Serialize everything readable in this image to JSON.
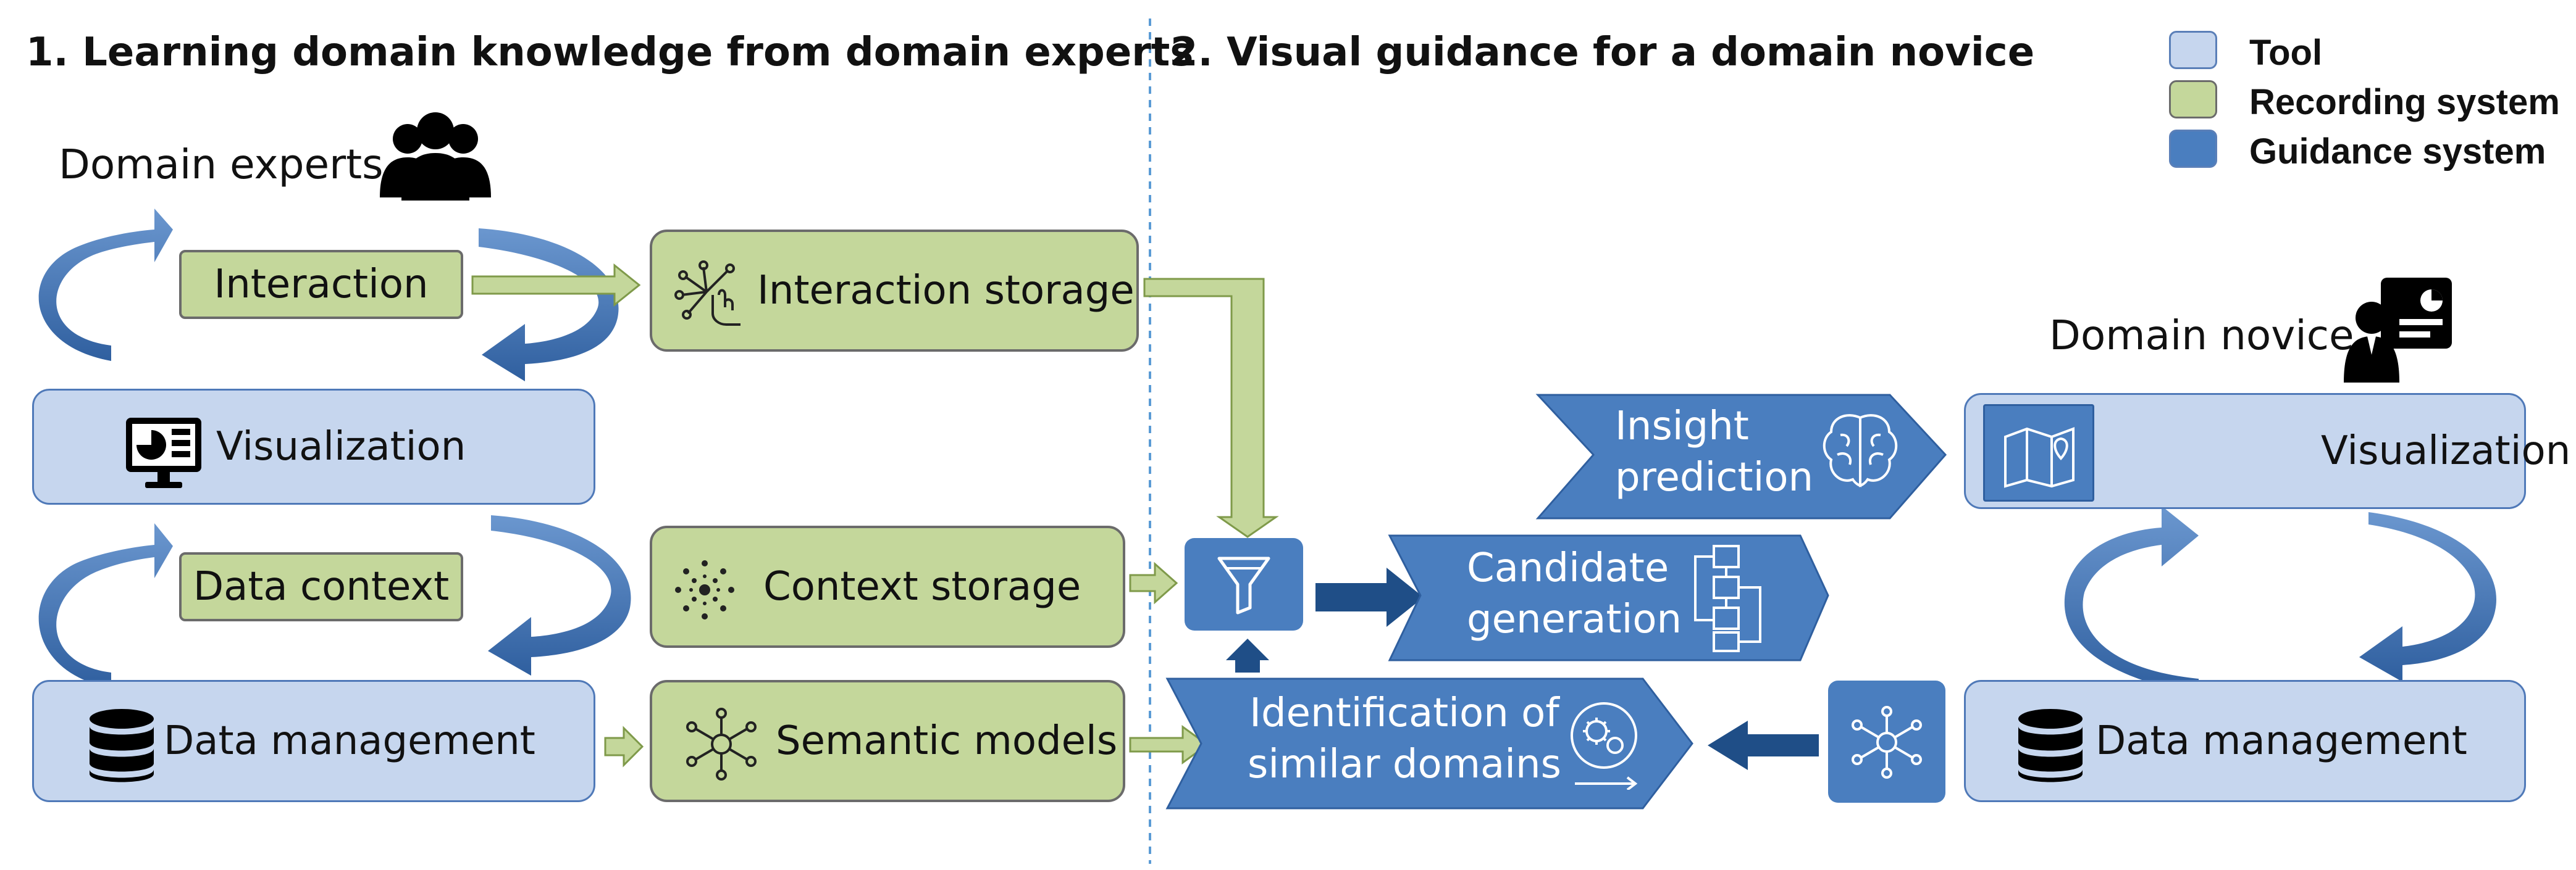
{
  "headings": {
    "left": "1. Learning domain knowledge from domain experts",
    "right": "2. Visual guidance for a domain novice"
  },
  "legend": [
    {
      "label": "Tool",
      "color": "#c6d6ee"
    },
    {
      "label": "Recording system",
      "color": "#c4d79b"
    },
    {
      "label": "Guidance system",
      "color": "#4a7ebf"
    }
  ],
  "actors": {
    "experts": "Domain experts",
    "novice": "Domain novice"
  },
  "left_part": {
    "interaction": "Interaction",
    "visualization": "Visualization",
    "data_context": "Data context",
    "data_management": "Data management",
    "interaction_storage": "Interaction storage",
    "context_storage": "Context storage",
    "semantic_models": "Semantic models"
  },
  "guidance": {
    "insight_line1": "Insight",
    "insight_line2": "prediction",
    "candidate_line1": "Candidate",
    "candidate_line2": "generation",
    "identification_line1": "Identification of",
    "identification_line2": "similar domains"
  },
  "right_part": {
    "visualization": "Visualization",
    "data_management": "Data management"
  },
  "colors": {
    "tool": "#c6d6ee",
    "recording": "#c4d79b",
    "guidance": "#4a7ebf",
    "dark_arrow": "#1f4e87",
    "divider": "#5b9bd5"
  },
  "icons": [
    "people-icon",
    "monitor-chart-icon",
    "touch-network-icon",
    "dots-cluster-icon",
    "database-icon",
    "network-icon",
    "filter-icon",
    "brain-icon",
    "flowchart-icon",
    "gears-icon",
    "map-icon",
    "person-presenter-icon"
  ]
}
